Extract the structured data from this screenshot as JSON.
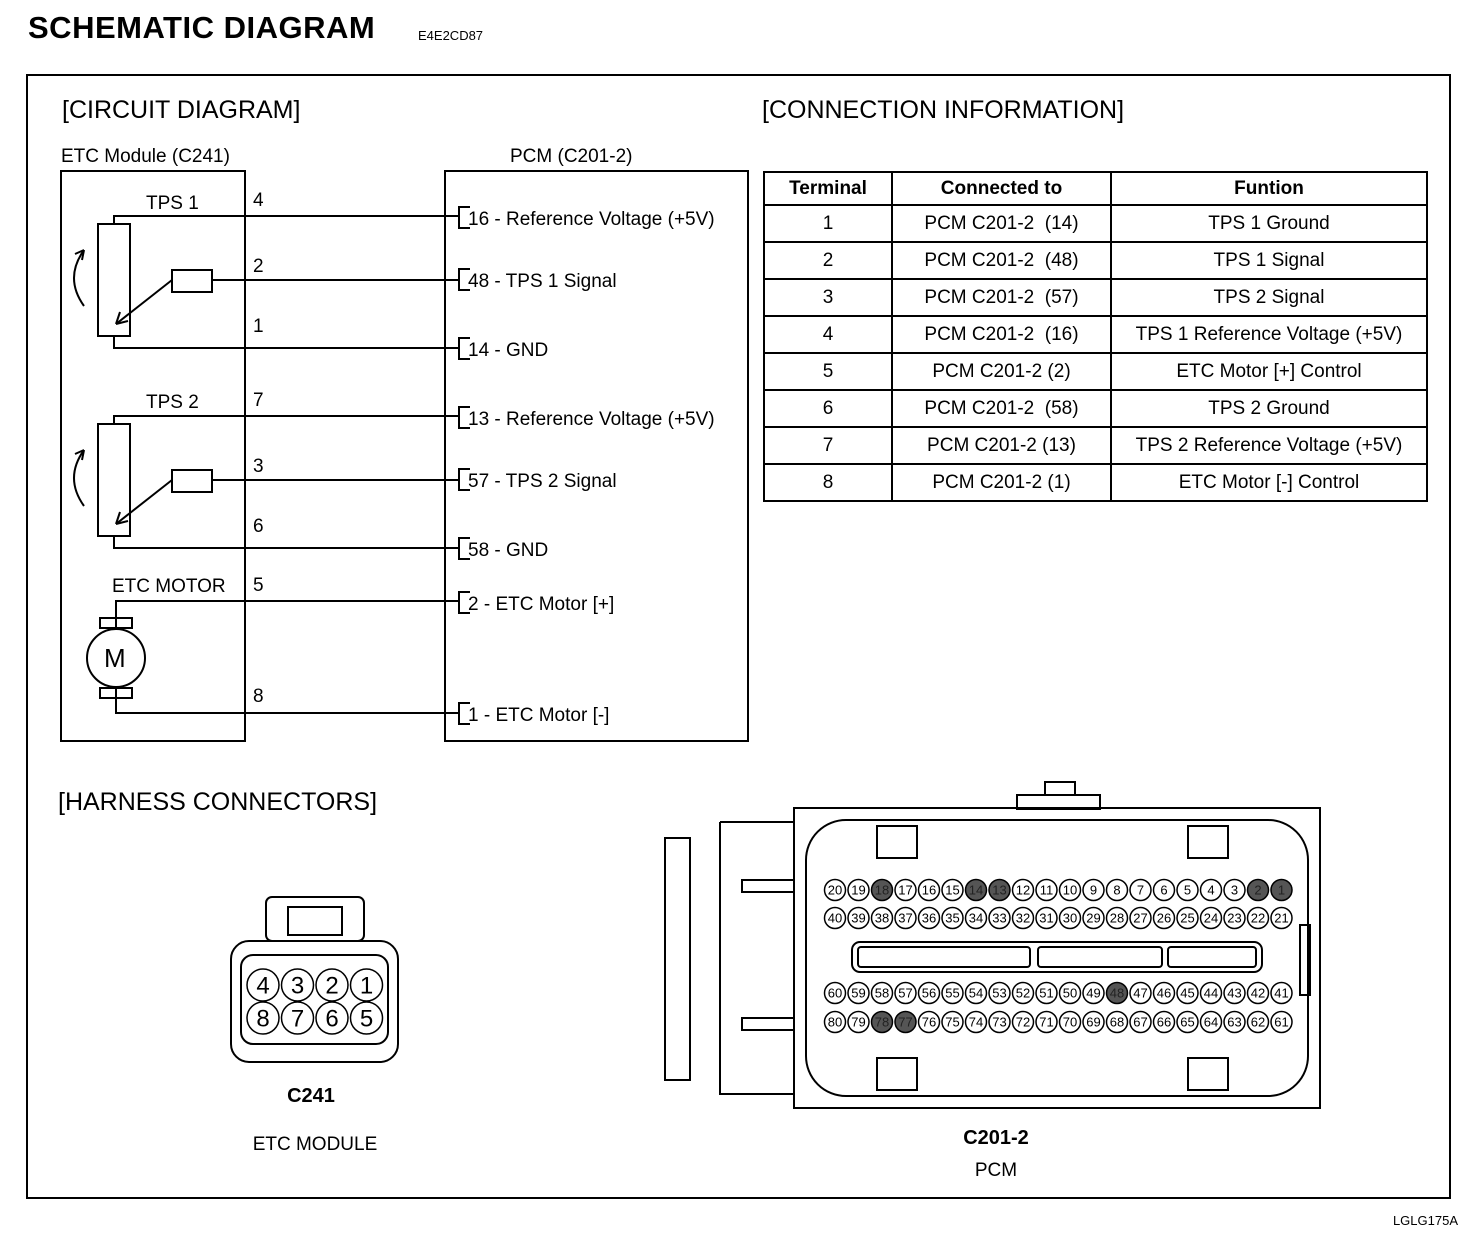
{
  "header": {
    "title": "SCHEMATIC  DIAGRAM",
    "code": "E4E2CD87"
  },
  "footer": {
    "code": "LGLG175A"
  },
  "circuit": {
    "heading": "[CIRCUIT DIAGRAM]",
    "etc_label": "ETC Module (C241)",
    "pcm_label": "PCM (C201-2)",
    "tps1": "TPS 1",
    "tps2": "TPS 2",
    "motor_label": "ETC MOTOR",
    "motor_symbol": "M",
    "pins_left": [
      "4",
      "2",
      "1",
      "7",
      "3",
      "6",
      "5",
      "8"
    ],
    "pcm_pins": [
      "16 - Reference Voltage (+5V)",
      "48 - TPS 1 Signal",
      "14 - GND",
      "13 - Reference Voltage (+5V)",
      "57 - TPS 2 Signal",
      "58 - GND",
      "2 - ETC Motor [+]",
      "1 - ETC Motor [-]"
    ]
  },
  "connection": {
    "heading": "[CONNECTION INFORMATION]",
    "columns": [
      "Terminal",
      "Connected to",
      "Funtion"
    ],
    "rows": [
      [
        "1",
        "PCM C201-2  (14)",
        "TPS 1 Ground"
      ],
      [
        "2",
        "PCM C201-2  (48)",
        "TPS 1 Signal"
      ],
      [
        "3",
        "PCM C201-2  (57)",
        "TPS 2 Signal"
      ],
      [
        "4",
        "PCM C201-2  (16)",
        "TPS 1 Reference Voltage (+5V)"
      ],
      [
        "5",
        "PCM C201-2 (2)",
        "ETC Motor [+] Control"
      ],
      [
        "6",
        "PCM C201-2  (58)",
        "TPS 2 Ground"
      ],
      [
        "7",
        "PCM C201-2 (13)",
        "TPS 2 Reference Voltage (+5V)"
      ],
      [
        "8",
        "PCM C201-2 (1)",
        "ETC Motor [-] Control"
      ]
    ]
  },
  "harness": {
    "heading": "[HARNESS CONNECTORS]",
    "c241": {
      "code": "C241",
      "name": "ETC MODULE",
      "top_pins": [
        "4",
        "3",
        "2",
        "1"
      ],
      "bottom_pins": [
        "8",
        "7",
        "6",
        "5"
      ]
    },
    "c201": {
      "code": "C201-2",
      "name": "PCM",
      "used_pins": [
        "1",
        "2",
        "13",
        "14",
        "16",
        "48",
        "57",
        "58"
      ],
      "filled_pins": [
        "18",
        "14",
        "13",
        "2",
        "1",
        "78",
        "77",
        "48"
      ]
    }
  }
}
